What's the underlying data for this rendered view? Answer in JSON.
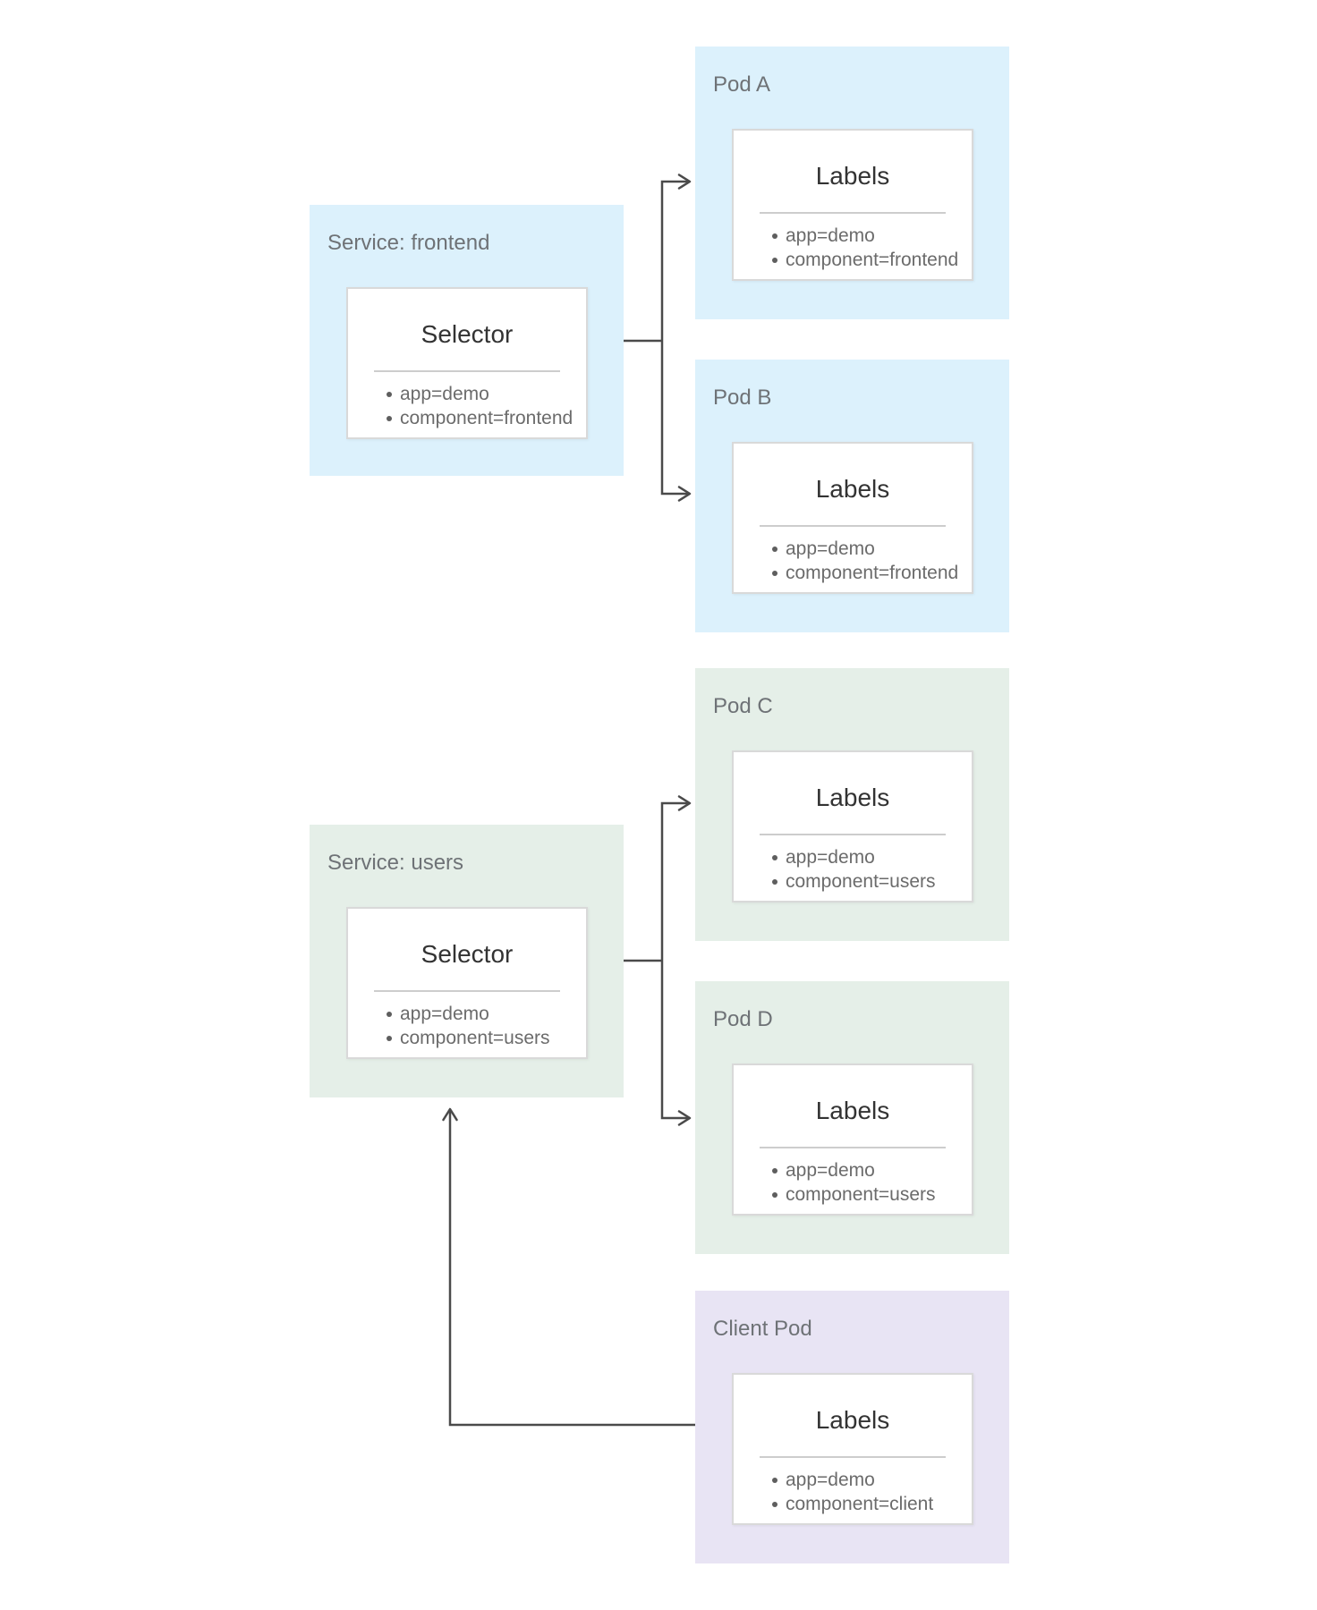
{
  "diagram": {
    "description": "Kubernetes services selecting pods via labels",
    "colors": {
      "frontend_section": "#dcf1fc",
      "users_section": "#e5efe8",
      "client_section": "#e8e4f4",
      "card_background": "#ffffff",
      "card_border": "#d9d9d9",
      "divider": "#cdcdcd",
      "box_title_text": "#6e7276",
      "card_title_text": "#333333",
      "item_text": "#6b6b6b",
      "arrow": "#4a4a4a"
    }
  },
  "nodes": {
    "service_frontend": {
      "title": "Service: frontend",
      "card_title": "Selector",
      "items": [
        "app=demo",
        "component=frontend"
      ]
    },
    "pod_a": {
      "title": "Pod A",
      "card_title": "Labels",
      "items": [
        "app=demo",
        "component=frontend"
      ]
    },
    "pod_b": {
      "title": "Pod B",
      "card_title": "Labels",
      "items": [
        "app=demo",
        "component=frontend"
      ]
    },
    "service_users": {
      "title": "Service: users",
      "card_title": "Selector",
      "items": [
        "app=demo",
        "component=users"
      ]
    },
    "pod_c": {
      "title": "Pod C",
      "card_title": "Labels",
      "items": [
        "app=demo",
        "component=users"
      ]
    },
    "pod_d": {
      "title": "Pod D",
      "card_title": "Labels",
      "items": [
        "app=demo",
        "component=users"
      ]
    },
    "client_pod": {
      "title": "Client Pod",
      "card_title": "Labels",
      "items": [
        "app=demo",
        "component=client"
      ]
    }
  },
  "edges": [
    {
      "from": "service_frontend",
      "to": "pod_a"
    },
    {
      "from": "service_frontend",
      "to": "pod_b"
    },
    {
      "from": "service_users",
      "to": "pod_c"
    },
    {
      "from": "service_users",
      "to": "pod_d"
    },
    {
      "from": "client_pod",
      "to": "service_users"
    }
  ]
}
